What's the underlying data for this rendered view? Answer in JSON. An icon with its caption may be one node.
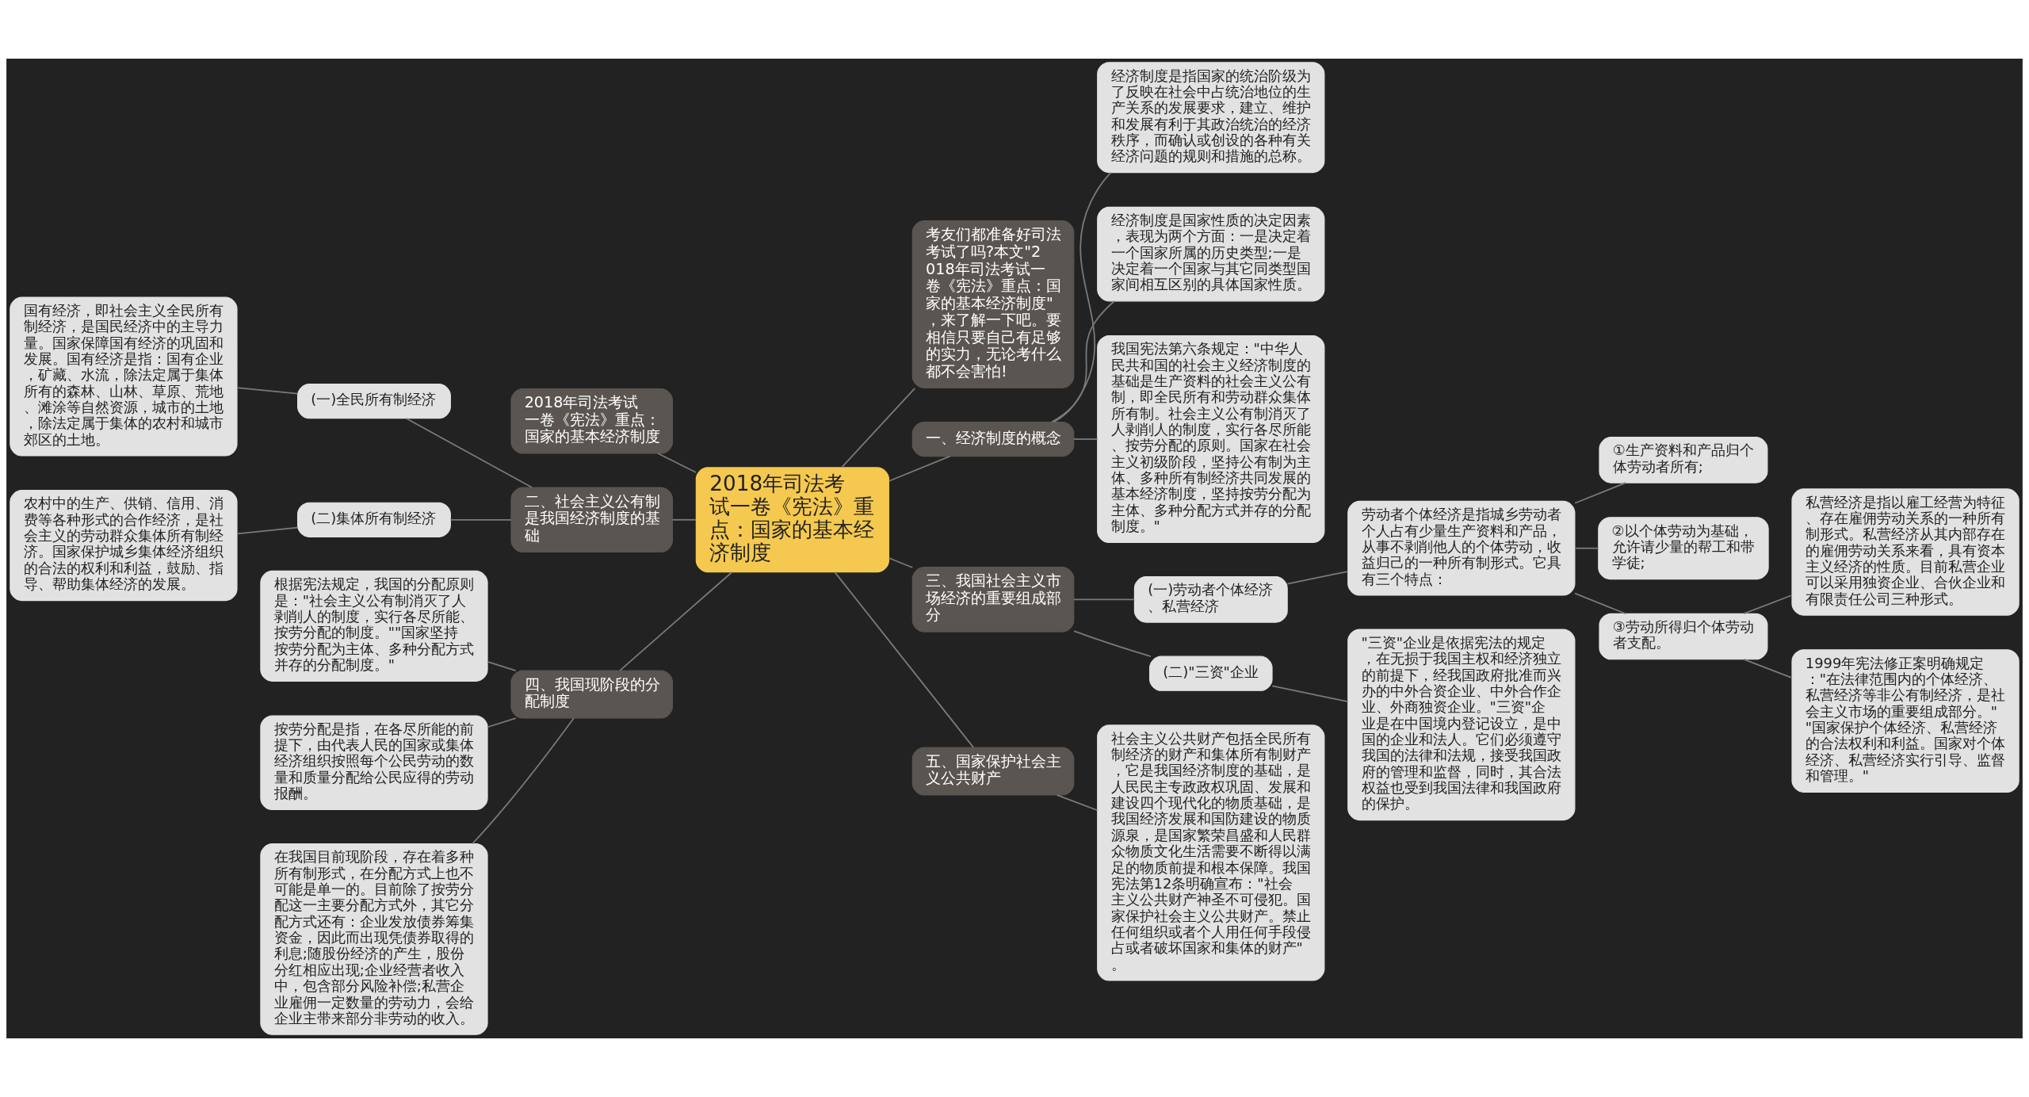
{
  "diagram": {
    "nodes": [
      {
        "text": [
          "2018年司法考试一卷《宪法》重点：国家的基本经济制度"
        ]
      },
      {
        "text": [
          "考友们都准备好司法考试了吗?本文\"2018年司法考试一卷《宪法》重点：国家的基本经济制度\"，来了解一下吧。要相信只要自己有足够的实力，无论考什么都不会害怕!"
        ]
      },
      {
        "text": [
          "一、经济制度的概念"
        ]
      },
      {
        "text": [
          "经济制度是指国家的统治阶级为了反映在社会中占统治地位的生产关系的发展要求，建立、维护和发展有利于其政治统治的经济秩序，而确认或创设的各种有关经济问题的规则和措施的总称。"
        ]
      },
      {
        "text": [
          "经济制度是国家性质的决定因素，表现为两个方面：一是决定着一个国家所属的历史类型;一是决定着一个国家与其它同类型国家间相互区别的具体国家性质。"
        ]
      },
      {
        "text": [
          "我国宪法第六条规定：\"中华人民共和国的社会主义经济制度的基础是生产资料的社会主义公有制，即全民所有和劳动群众集体所有制。社会主义公有制消灭了人剥削人的制度，实行各尽所能、按劳分配的原则。国家在社会主义初级阶段，坚持公有制为主体、多种所有制经济共同发展的基本经济制度，坚持按劳分配为主体、多种分配方式并存的分配制度。\""
        ]
      },
      {
        "text": [
          "三、我国社会主义市场经济的重要组成部分"
        ]
      },
      {
        "text": [
          "(一)劳动者个体经济、私营经济"
        ]
      },
      {
        "text": [
          "劳动者个体经济是指城乡劳动者个人占有少量生产资料和产品，从事不剥削他人的个体劳动，收益归己的一种所有制形式。它具有三个特点："
        ]
      },
      {
        "text": [
          "①生产资料和产品归个体劳动者所有;"
        ]
      },
      {
        "text": [
          "②以个体劳动为基础，允许请少量的帮工和带学徒;"
        ]
      },
      {
        "text": [
          "③劳动所得归个体劳动者支配。"
        ]
      },
      {
        "text": [
          "私营经济是指以雇工经营为特征、存在雇佣劳动关系的一种所有制形式。私营经济从其内部存在的雇佣劳动关系来看，具有资本主义经济的性质。目前私营企业可以采用独资企业、合伙企业和有限责任公司三种形式。"
        ]
      },
      {
        "text": [
          "1999年宪法修正案明确规定：\"在法律范围内的个体经济、私营经济等非公有制经济，是社会主义市场的重要组成部分。\"\"国家保护个体经济、私营经济的合法权利和利益。国家对个体经济、私营经济实行引导、监督和管理。\""
        ]
      },
      {
        "text": [
          "(二)\"三资\"企业"
        ]
      },
      {
        "text": [
          "\"三资\"企业是依据宪法的规定，在无损于我国主权和经济独立的前提下，经我国政府批准而兴办的中外合资企业、中外合作企业、外商独资企业。\"三资\"企业是在中国境内登记设立，是中国的企业和法人。它们必须遵守我国的法律和法规，接受我国政府的管理和监督，同时，其合法权益也受到我国法律和我国政府的保护。"
        ]
      },
      {
        "text": [
          "五、国家保护社会主义公共财产"
        ]
      },
      {
        "text": [
          "社会主义公共财产包括全民所有制经济的财产和集体所有制财产，它是我国经济制度的基础，是人民民主专政政权巩固、发展和建设四个现代化的物质基础，是我国经济发展和国防建设的物质源泉，是国家繁荣昌盛和人民群众物质文化生活需要不断得以满足的物质前提和根本保障。我国宪法第12条明确宣布：\"社会主义公共财产神圣不可侵犯。国家保护社会主义公共财产。禁止任何组织或者个人用任何手段侵占或者破坏国家和集体的财产\"。"
        ]
      },
      {
        "text": [
          "2018年司法考试一卷《宪法》重点：国家的基本经济制度"
        ]
      },
      {
        "text": [
          "二、社会主义公有制是我国经济制度的基础"
        ]
      },
      {
        "text": [
          "(一)全民所有制经济"
        ]
      },
      {
        "text": [
          "国有经济，即社会主义全民所有制经济，是国民经济中的主导力量。国家保障国有经济的巩固和发展。国有经济是指：国有企业，矿藏、水流，除法定属于集体所有的森林、山林、草原、荒地、滩涂等自然资源，城市的土地，除法定属于集体的农村和城市郊区的土地。"
        ]
      },
      {
        "text": [
          "(二)集体所有制经济"
        ]
      },
      {
        "text": [
          "农村中的生产、供销、信用、消费等各种形式的合作经济，是社会主义的劳动群众集体所有制经济。国家保护城乡集体经济组织的合法的权利和利益，鼓励、指导、帮助集体经济的发展。"
        ]
      },
      {
        "text": [
          "四、我国现阶段的分配制度"
        ]
      },
      {
        "text": [
          "根据宪法规定，我国的分配原则是：\"社会主义公有制消灭了人剥削人的制度，实行各尽所能、按劳分配的制度。\"\"国家坚持按劳分配为主体、多种分配方式并存的分配制度。\""
        ]
      },
      {
        "text": [
          "按劳分配是指，在各尽所能的前提下，由代表人民的国家或集体经济组织按照每个公民劳动的数量和质量分配给公民应得的劳动报酬。"
        ]
      },
      {
        "text": [
          "在我国目前现阶段，存在着多种所有制形式，在分配方式上也不可能是单一的。目前除了按劳分配这一主要分配方式外，其它分配方式还有：企业发放债券筹集资金，因此而出现凭债券取得的利息;随股份经济的产生，股份分红相应出现;企业经营者收入中，包含部分风险补偿;私营企业雇佣一定数量的劳动力，会给企业主带来部分非劳动的收入。"
        ]
      }
    ],
    "edges": [
      {
        "from": 0,
        "to": 1,
        "arrow": "none"
      },
      {
        "from": 0,
        "to": 2,
        "arrow": "none"
      },
      {
        "from": 2,
        "to": 3,
        "arrow": "none"
      },
      {
        "from": 2,
        "to": 4,
        "arrow": "none"
      },
      {
        "from": 2,
        "to": 5,
        "arrow": "none"
      },
      {
        "from": 0,
        "to": 6,
        "arrow": "none"
      },
      {
        "from": 6,
        "to": 7,
        "arrow": "none"
      },
      {
        "from": 7,
        "to": 8,
        "arrow": "none"
      },
      {
        "from": 8,
        "to": 9,
        "arrow": "none"
      },
      {
        "from": 8,
        "to": 10,
        "arrow": "none"
      },
      {
        "from": 8,
        "to": 11,
        "arrow": "none"
      },
      {
        "from": 11,
        "to": 12,
        "arrow": "none"
      },
      {
        "from": 11,
        "to": 13,
        "arrow": "none"
      },
      {
        "from": 6,
        "to": 14,
        "arrow": "none"
      },
      {
        "from": 14,
        "to": 15,
        "arrow": "none"
      },
      {
        "from": 0,
        "to": 16,
        "arrow": "none"
      },
      {
        "from": 16,
        "to": 17,
        "arrow": "none"
      },
      {
        "from": 18,
        "to": 0,
        "arrow": "none"
      },
      {
        "from": 19,
        "to": 0,
        "arrow": "none"
      },
      {
        "from": 20,
        "to": 19,
        "arrow": "none"
      },
      {
        "from": 21,
        "to": 20,
        "arrow": "none"
      },
      {
        "from": 22,
        "to": 19,
        "arrow": "none"
      },
      {
        "from": 23,
        "to": 22,
        "arrow": "none"
      },
      {
        "from": 24,
        "to": 0,
        "arrow": "none"
      },
      {
        "from": 25,
        "to": 24,
        "arrow": "none"
      },
      {
        "from": 26,
        "to": 24,
        "arrow": "none"
      },
      {
        "from": 27,
        "to": 24,
        "arrow": "none"
      }
    ]
  }
}
